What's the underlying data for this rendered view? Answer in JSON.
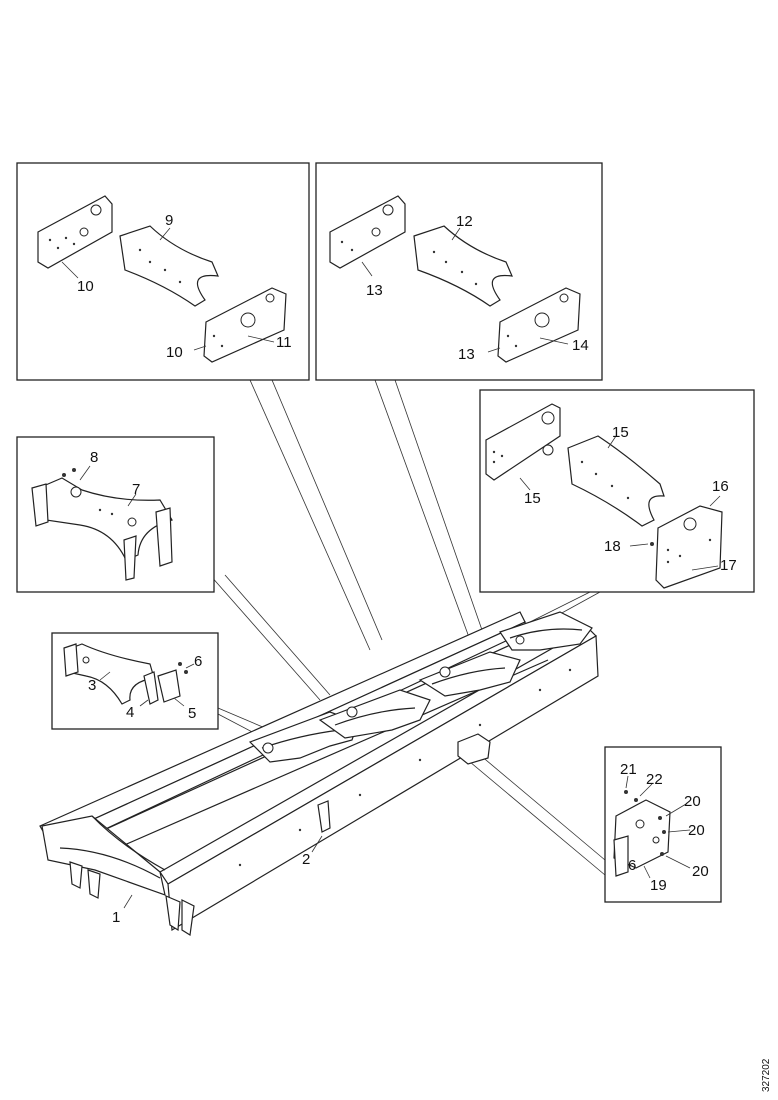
{
  "callouts": {
    "c1": "1",
    "c2": "2",
    "c3": "3",
    "c4": "4",
    "c5": "5",
    "c6": "6",
    "c7": "7",
    "c8": "8",
    "c9": "9",
    "c10a": "10",
    "c10b": "10",
    "c11": "11",
    "c12": "12",
    "c13a": "13",
    "c13b": "13",
    "c14": "14",
    "c15a": "15",
    "c15b": "15",
    "c16": "16",
    "c17": "17",
    "c18": "18",
    "c19": "19",
    "c20a": "20",
    "c20b": "20",
    "c20c": "20",
    "c21": "21",
    "c22": "22",
    "c6b": "6"
  },
  "reference_code": "327202"
}
